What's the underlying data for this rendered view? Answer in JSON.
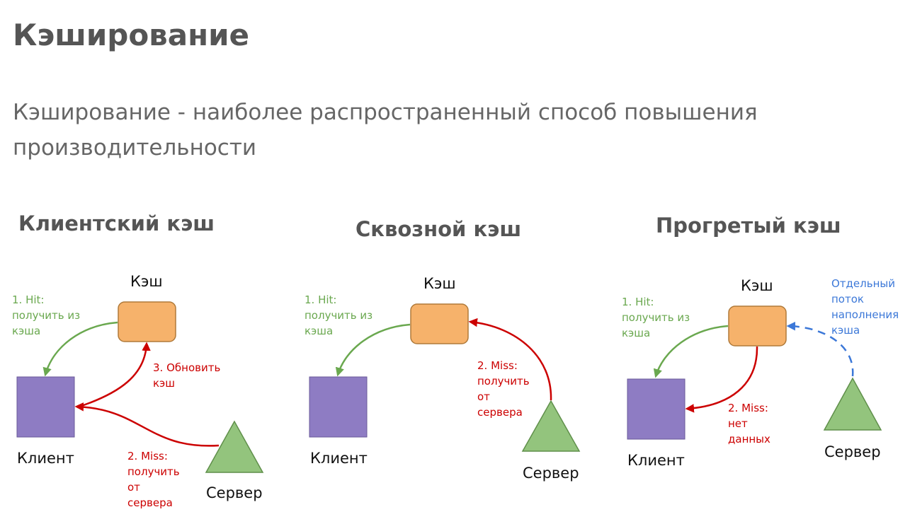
{
  "page": {
    "title": "Кэширование",
    "subtitle": "Кэширование - наиболее распространенный способ повышения производительности"
  },
  "diagrams": [
    {
      "title": "Клиентский кэш",
      "cache_label": "Кэш",
      "client_label": "Клиент",
      "server_label": "Сервер",
      "annotations": [
        {
          "color": "green",
          "lines": [
            "1. Hit:",
            "получить из",
            "кэша"
          ]
        },
        {
          "color": "red",
          "lines": [
            "3. Обновить",
            "кэш"
          ]
        },
        {
          "color": "red",
          "lines": [
            "2. Miss:",
            "получить",
            "от",
            "сервера"
          ]
        }
      ]
    },
    {
      "title": "Сквозной кэш",
      "cache_label": "Кэш",
      "client_label": "Клиент",
      "server_label": "Сервер",
      "annotations": [
        {
          "color": "green",
          "lines": [
            "1. Hit:",
            "получить из",
            "кэша"
          ]
        },
        {
          "color": "red",
          "lines": [
            "2. Miss:",
            "получить",
            "от",
            "сервера"
          ]
        }
      ]
    },
    {
      "title": "Прогретый кэш",
      "cache_label": "Кэш",
      "client_label": "Клиент",
      "server_label": "Сервер",
      "annotations": [
        {
          "color": "green",
          "lines": [
            "1. Hit:",
            "получить из",
            "кэша"
          ]
        },
        {
          "color": "red",
          "lines": [
            "2. Miss:",
            "нет",
            "данных"
          ]
        },
        {
          "color": "blue",
          "lines": [
            "Отдельный",
            "поток",
            "наполнения",
            "кэша"
          ]
        }
      ]
    }
  ],
  "colors": {
    "client": "#8e7cc3",
    "cache": "#f6b26b",
    "server": "#93c47d",
    "hit": "#6aa84f",
    "miss": "#cc0000",
    "fill_thread": "#3c78d8"
  }
}
